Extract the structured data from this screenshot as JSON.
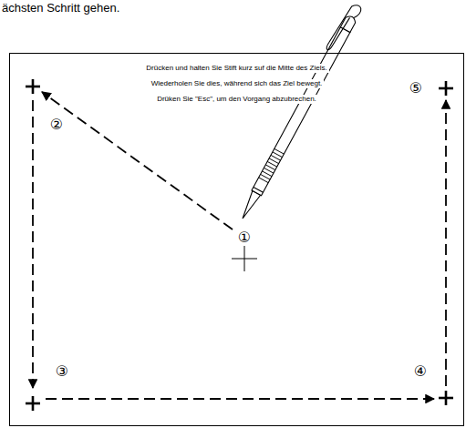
{
  "diagram": {
    "nodes": [
      {
        "text": [
          "Drücken und halten Sie Stift kurz suf die Mitte des Ziels.",
          "Wiederholen Sie dies, während sich das Ziel bewegt.",
          "Drüken Sie \"Esc\", um den Vorgang abzubrechen."
        ]
      }
    ],
    "labels": [
      "ächsten Schritt gehen.",
      "①",
      "②",
      "③",
      "④",
      "⑤"
    ]
  }
}
